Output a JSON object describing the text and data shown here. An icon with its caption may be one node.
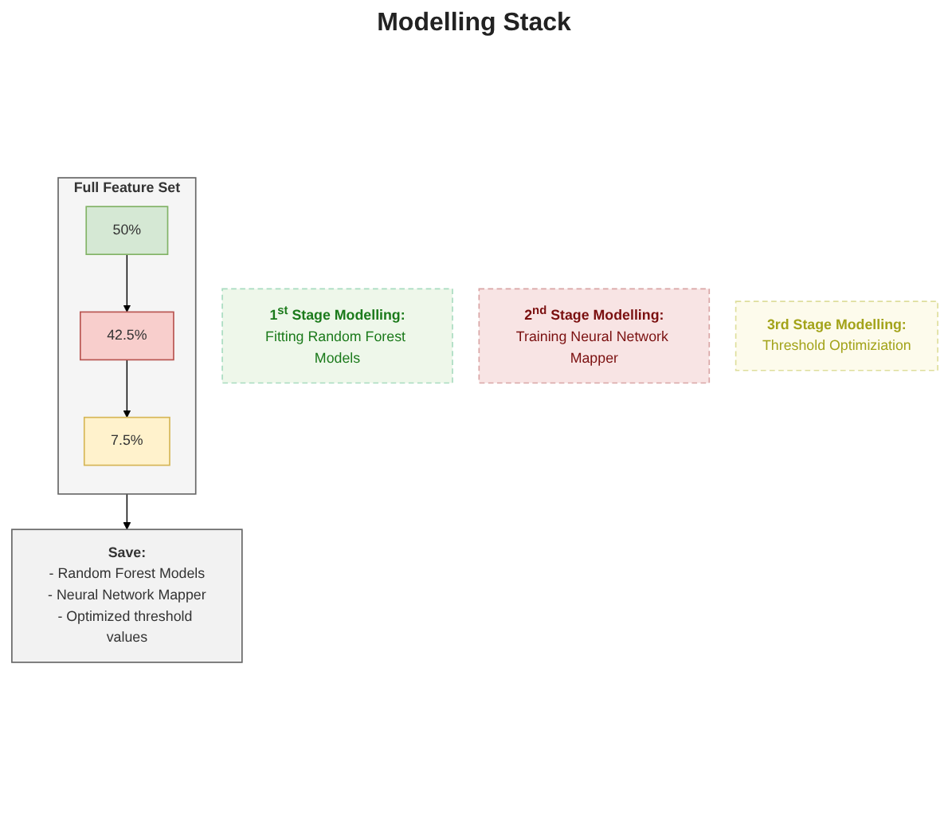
{
  "diagram": {
    "nodes": [
      {
        "text": [
          "Full Feature Set"
        ]
      },
      {
        "text": [
          "50%"
        ],
        "in": 0
      },
      {
        "text": [
          "42.5%"
        ],
        "in": 0
      },
      {
        "text": [
          "7.5%"
        ],
        "in": 0
      },
      {
        "text": [
          "1$^{st}$ Stage Modelling:",
          "Fitting Random Forest Models"
        ]
      },
      {
        "text": [
          "2$^{nd}$ Stage Modelling:",
          "Training Neural Network Mapper"
        ]
      },
      {
        "text": [
          "3rd Stage Modelling:",
          "Threshold Optimiziation"
        ]
      },
      {
        "text": [
          "Save:",
          "- Random Forest Models",
          "- Neural Network Mapper",
          "- Optimized threshold values"
        ]
      }
    ],
    "edges": [
      {
        "from": 1,
        "to": 2,
        "arrow": "to"
      },
      {
        "from": 2,
        "to": 3,
        "arrow": "to"
      },
      {
        "from": 0,
        "to": 7,
        "arrow": "to"
      }
    ],
    "labels": [
      "Modelling Stack"
    ]
  }
}
